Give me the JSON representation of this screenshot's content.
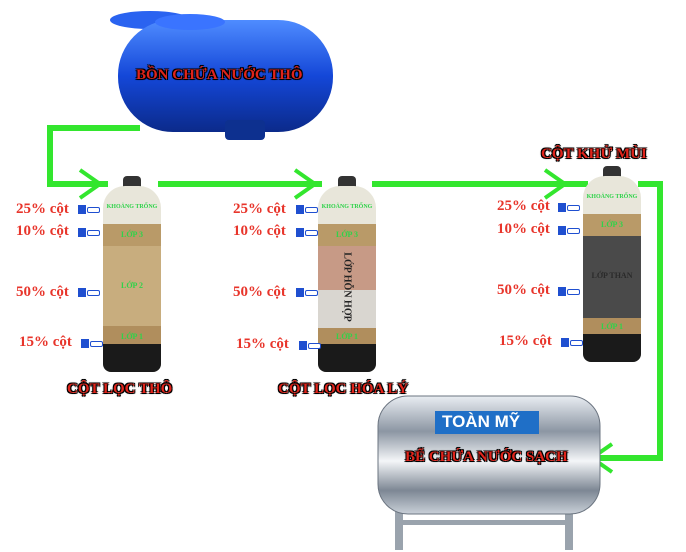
{
  "raw_tank": {
    "label": "BỒN CHỨA NƯỚC THÔ"
  },
  "clean_tank": {
    "label": "BỂ CHỨA NƯỚC SẠCH",
    "brand": "TOÀN MỸ"
  },
  "columns": [
    {
      "title": "CỘT LỌC THÔ",
      "top_label": "KHOẢNG TRỐNG",
      "layers": [
        "LỚP 3",
        "LỚP 2",
        "LỚP 1"
      ],
      "percents": [
        "25% cột",
        "10% cột",
        "50% cột",
        "15% cột"
      ]
    },
    {
      "title": "CỘT LỌC HÓA LÝ",
      "top_label": "KHOẢNG TRỐNG",
      "layers": [
        "LỚP 3",
        "LỚP HỖN HỢP",
        "LỚP 1"
      ],
      "percents": [
        "25% cột",
        "10% cột",
        "50% cột",
        "15% cột"
      ]
    },
    {
      "title": "CỘT KHỬ MÙI",
      "top_label": "KHOẢNG TRỐNG",
      "layers": [
        "LỚP 3",
        "LỚP THAN",
        "LỚP 1"
      ],
      "percents": [
        "25% cột",
        "10% cột",
        "50% cột",
        "15% cột"
      ]
    }
  ],
  "colors": {
    "pipe": "#33e62e",
    "label_red": "#e8352b",
    "layer_green": "#2fd34a",
    "tank_blue": "#1f4fd0"
  }
}
